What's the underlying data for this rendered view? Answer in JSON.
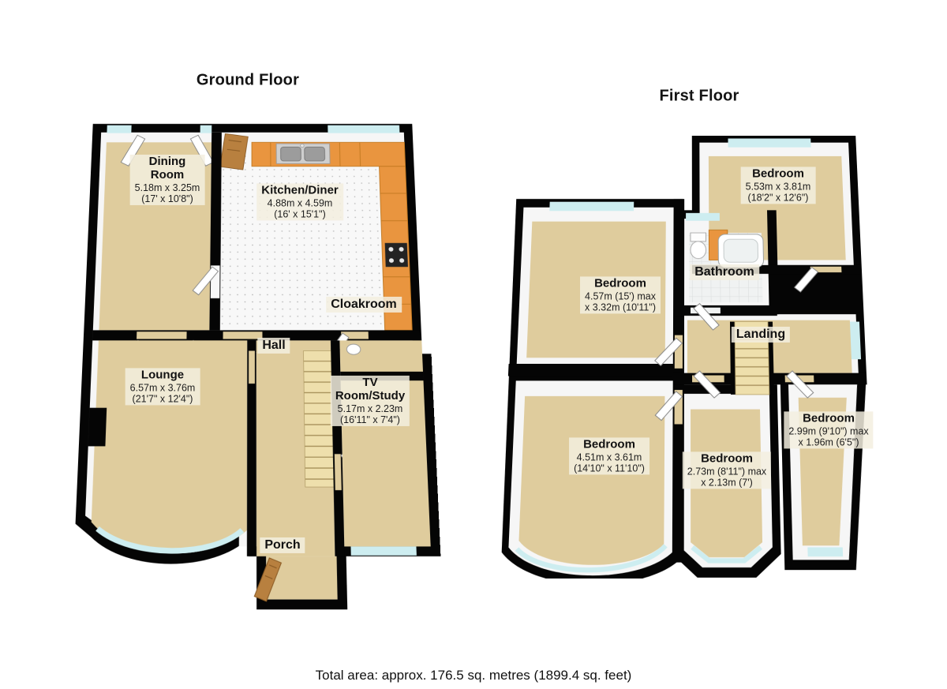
{
  "ground_floor": {
    "title": "Ground Floor",
    "rooms": {
      "dining_room": {
        "name": "Dining\nRoom",
        "dims": "5.18m x 3.25m\n(17' x 10'8\")"
      },
      "kitchen_diner": {
        "name": "Kitchen/Diner",
        "dims": "4.88m x 4.59m\n(16' x 15'1\")"
      },
      "cloakroom": {
        "name": "Cloakroom"
      },
      "hall": {
        "name": "Hall"
      },
      "lounge": {
        "name": "Lounge",
        "dims": "6.57m x 3.76m\n(21'7\" x 12'4\")"
      },
      "tv_room_study": {
        "name": "TV\nRoom/Study",
        "dims": "5.17m x 2.23m\n(16'11\" x 7'4\")"
      },
      "porch": {
        "name": "Porch"
      }
    }
  },
  "first_floor": {
    "title": "First Floor",
    "rooms": {
      "bedroom_rear": {
        "name": "Bedroom",
        "dims": "5.53m x 3.81m\n(18'2\" x 12'6\")"
      },
      "bedroom_left": {
        "name": "Bedroom",
        "dims": "4.57m (15') max\nx 3.32m (10'11\")"
      },
      "bathroom": {
        "name": "Bathroom"
      },
      "landing": {
        "name": "Landing"
      },
      "bedroom_front_left": {
        "name": "Bedroom",
        "dims": "4.51m x 3.61m\n(14'10\" x 11'10\")"
      },
      "bedroom_front_mid": {
        "name": "Bedroom",
        "dims": "2.73m (8'11\") max\nx 2.13m (7')"
      },
      "bedroom_front_right": {
        "name": "Bedroom",
        "dims": "2.99m (9'10\") max\nx 1.96m (6'5\")"
      }
    }
  },
  "footer": {
    "total_area": "Total area: approx. 176.5 sq. metres (1899.4 sq. feet)"
  },
  "colors": {
    "wall": "#050505",
    "wall_face": "#ffffff",
    "floor": "#dfcc9d",
    "kitchen_floor": "#f8f8f8",
    "glass": "#cdedf0",
    "counter_orange": "#e9953f",
    "wood_door": "#b8803f",
    "stairs": "#eedfac",
    "label_background": "#f3eedf",
    "text": "#121212"
  }
}
